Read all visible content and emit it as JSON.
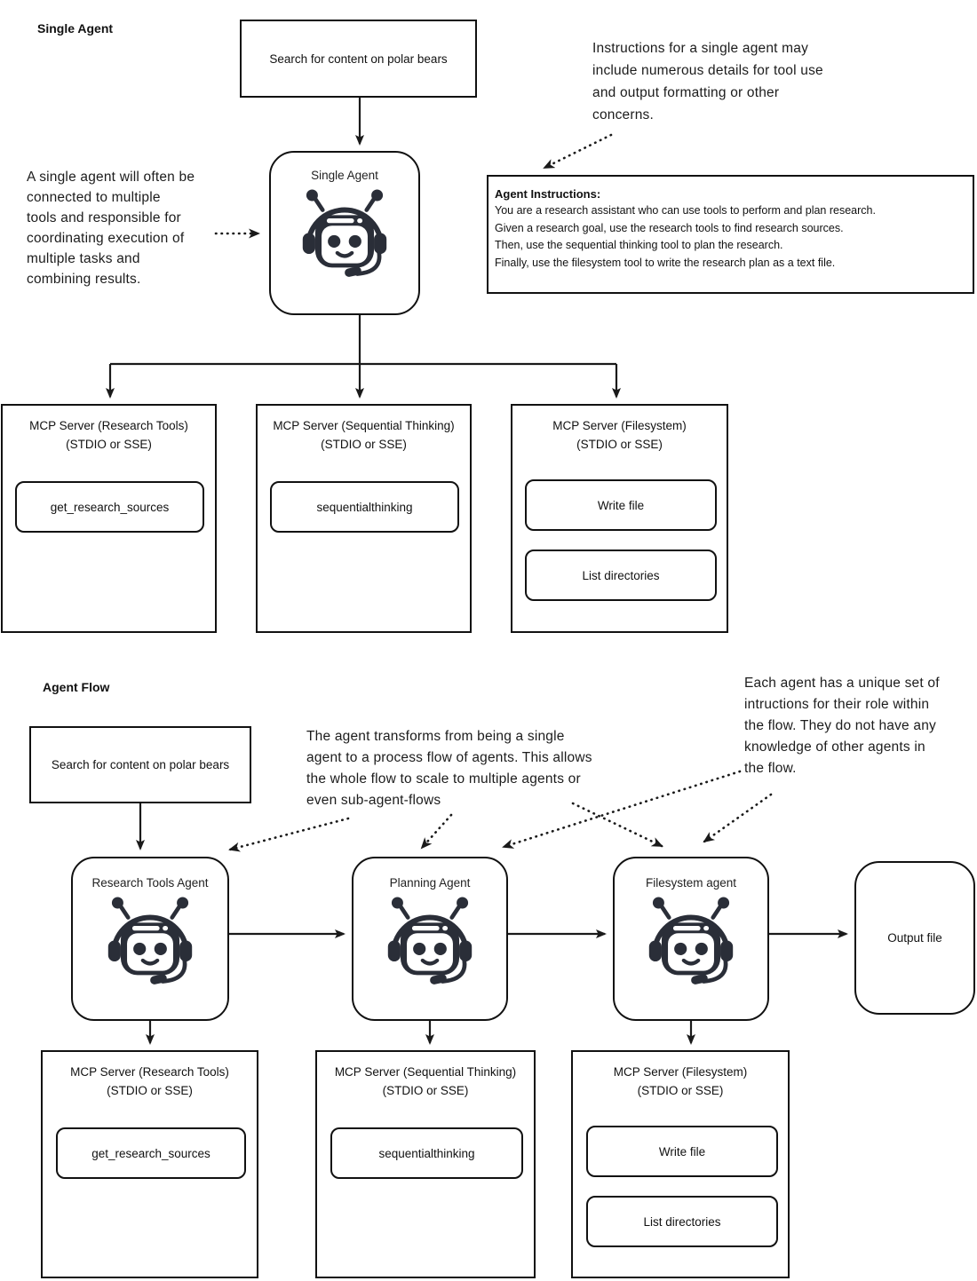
{
  "single_agent": {
    "section_title": "Single Agent",
    "search_box": "Search for content on polar bears",
    "agent_label": "Single Agent",
    "left_note_lines": [
      "A single agent will often be",
      "connected to multiple",
      "tools and responsible for",
      "coordinating execution of",
      "multiple tasks and",
      "combining results."
    ],
    "right_note_lines": [
      "Instructions for a single agent may",
      "include numerous details for tool use",
      "and output formatting or other",
      "concerns."
    ],
    "instructions_heading": "Agent Instructions:",
    "instructions_lines": [
      "You are a research assistant who can use tools to perform and plan research.",
      "Given a research goal, use the research tools to find research sources.",
      "Then, use the sequential thinking tool to plan the research.",
      "Finally, use the filesystem tool to write the research plan as a text file."
    ]
  },
  "agent_flow": {
    "section_title": "Agent Flow",
    "search_box": "Search for content on polar bears",
    "transform_note_lines": [
      "The agent transforms from being a single",
      "agent to a process flow of agents. This allows",
      "the whole flow to scale to multiple agents or",
      "even sub-agent-flows"
    ],
    "unique_note_lines": [
      "Each agent has a unique set of",
      "intructions for their role within",
      "the flow. They do not have any",
      "knowledge of other agents in",
      "the flow."
    ],
    "agents": [
      "Research Tools Agent",
      "Planning Agent",
      "Filesystem agent"
    ],
    "output_label": "Output file"
  },
  "mcp_servers": [
    {
      "title": "MCP Server (Research Tools)",
      "subtitle": "(STDIO or SSE)",
      "tools": [
        "get_research_sources"
      ]
    },
    {
      "title": "MCP Server (Sequential Thinking)",
      "subtitle": "(STDIO or SSE)",
      "tools": [
        "sequentialthinking"
      ]
    },
    {
      "title": "MCP Server (Filesystem)",
      "subtitle": "(STDIO or SSE)",
      "tools": [
        "Write file",
        "List directories"
      ]
    }
  ],
  "colors": {
    "line": "#1a1a1a",
    "robot": "#2a2e38",
    "background": "#ffffff"
  }
}
